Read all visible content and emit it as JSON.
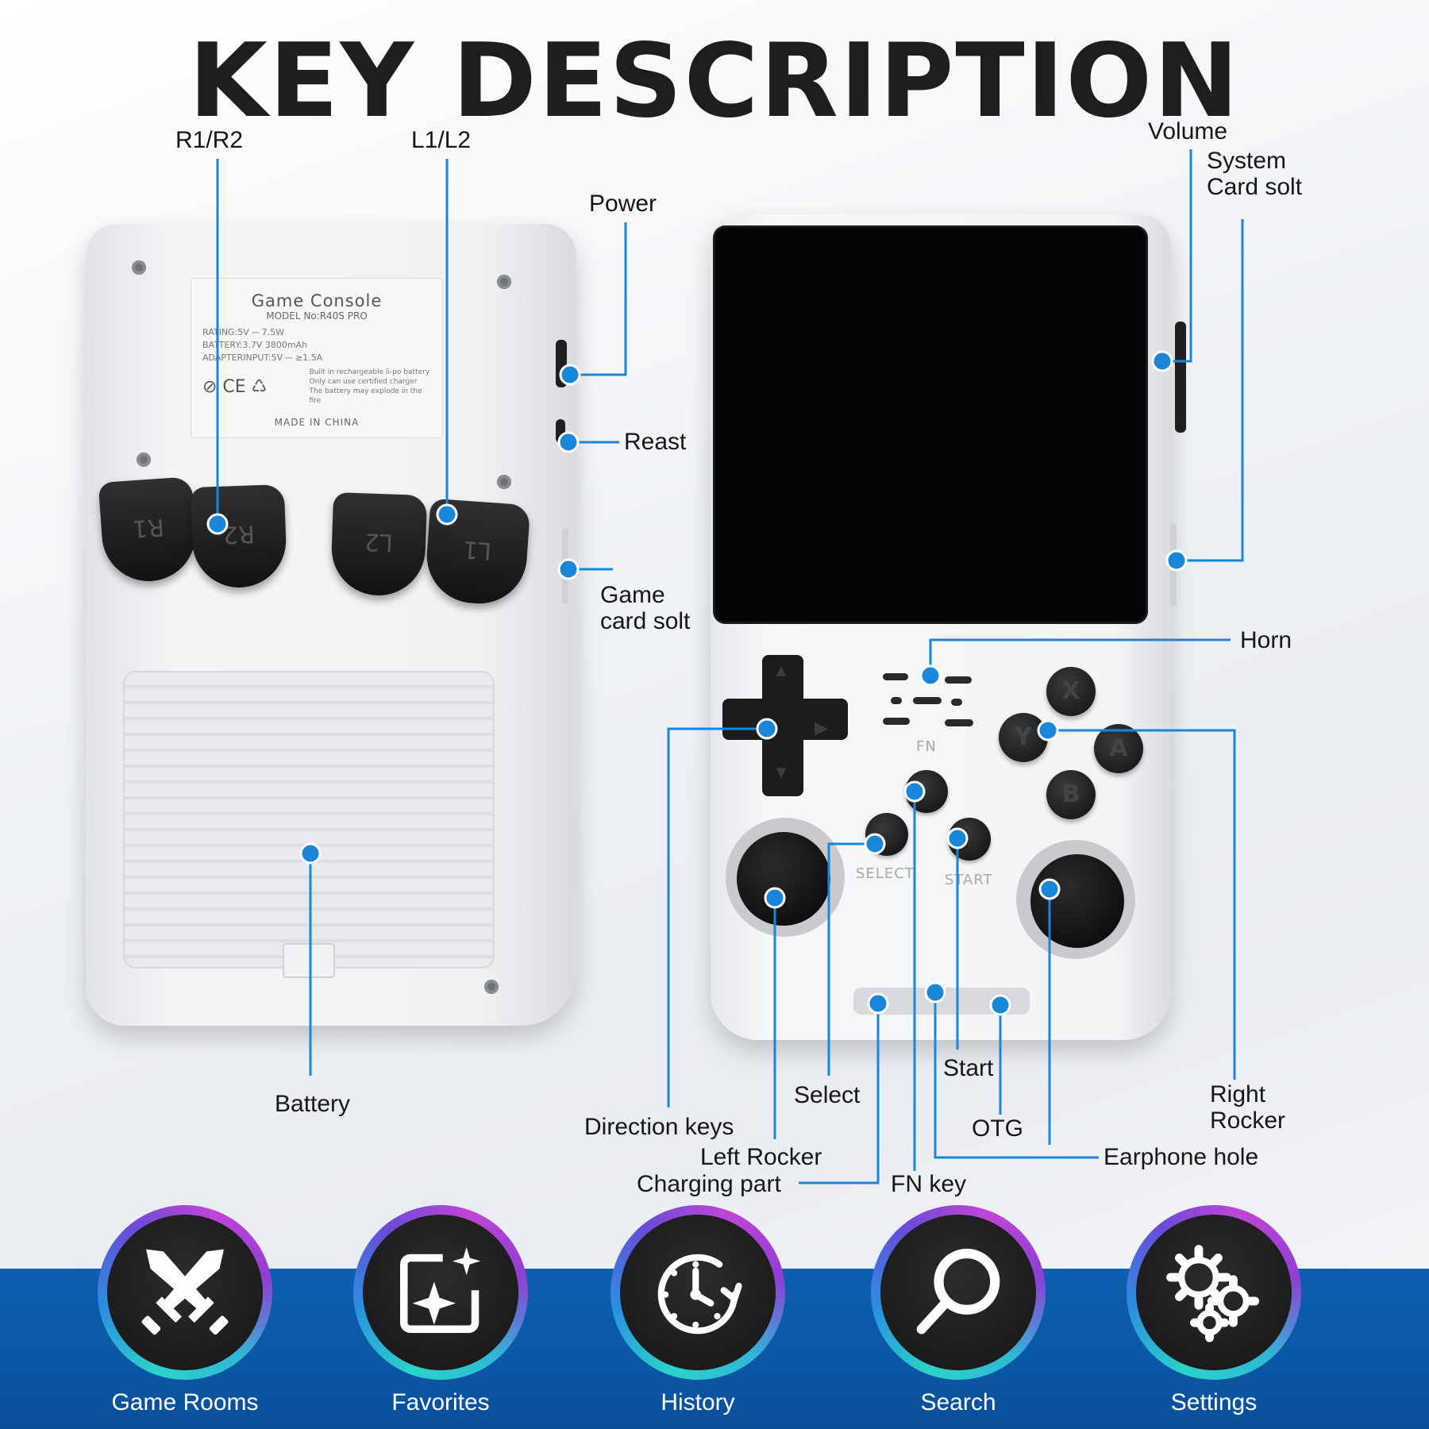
{
  "title": "KEY DESCRIPTION",
  "colors": {
    "accent": "#1a86d9",
    "bar": "#0b57a6",
    "text": "#161616"
  },
  "sticker": {
    "title": "Game Console",
    "model": "MODEL No:R40S PRO",
    "rating": "RATING:5V ⎓ 7.5W",
    "battery": "BATTERY:3.7V 3800mAh",
    "adapter": "ADAPTERINPUT:5V ⎓ ≥1.5A",
    "warn1": "Built in rechargeable li-po battery",
    "warn2": "Only can use certified charger",
    "warn3": "The battery may explode in the fire",
    "made": "MADE IN CHINA"
  },
  "device_marks": {
    "r1": "R1",
    "r2": "R2",
    "l1": "L1",
    "l2": "L2",
    "x": "X",
    "y": "Y",
    "a": "A",
    "b": "B",
    "fn": "FN",
    "select": "SELECT",
    "start": "START"
  },
  "callouts": {
    "r1r2": "R1/R2",
    "l1l2": "L1/L2",
    "power": "Power",
    "reast": "Reast",
    "game_card": "Game\ncard solt",
    "battery": "Battery",
    "volume": "Volume",
    "system_card": "System\nCard solt",
    "horn": "Horn",
    "direction": "Direction keys",
    "left_rocker": "Left Rocker",
    "charging": "Charging part",
    "select": "Select",
    "fn_key": "FN key",
    "start": "Start",
    "otg": "OTG",
    "earphone": "Earphone hole",
    "right_rocker": "Right\nRocker"
  },
  "nav": [
    {
      "label": "Game Rooms",
      "icon": "crossed-swords-icon"
    },
    {
      "label": "Favorites",
      "icon": "sparkle-image-icon"
    },
    {
      "label": "History",
      "icon": "clock-history-icon"
    },
    {
      "label": "Search",
      "icon": "magnifier-icon"
    },
    {
      "label": "Settings",
      "icon": "gears-icon"
    }
  ]
}
